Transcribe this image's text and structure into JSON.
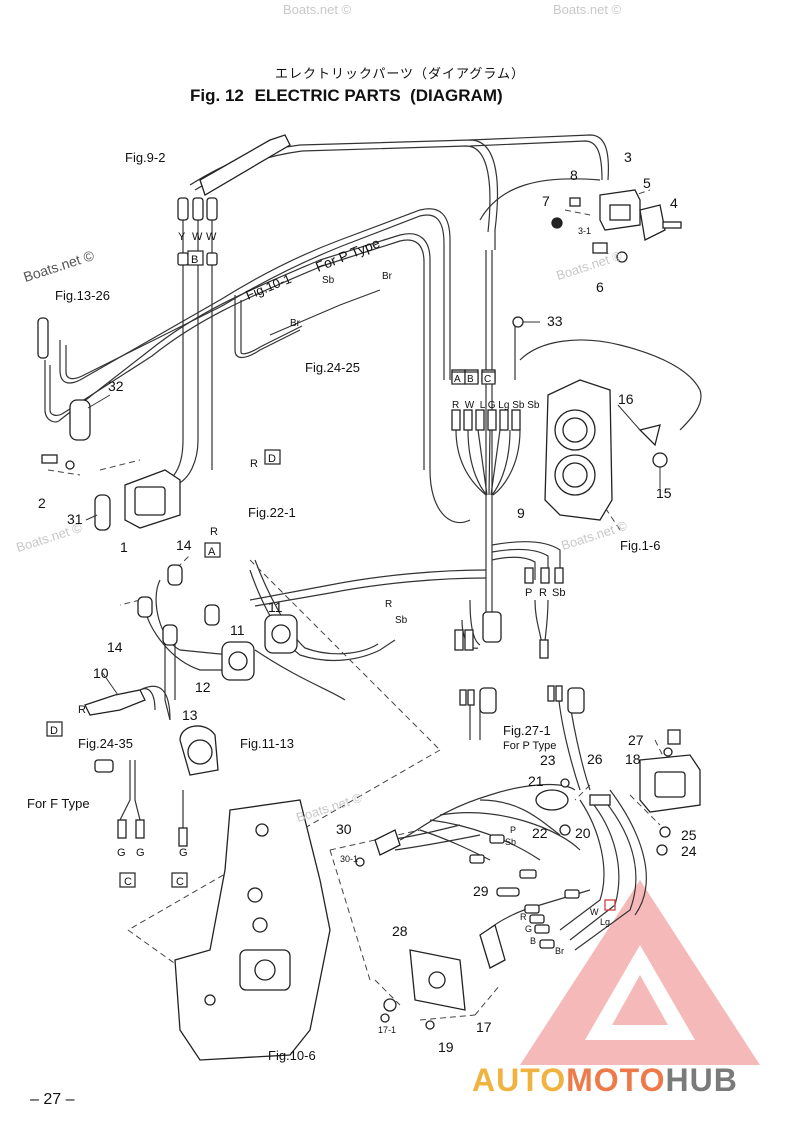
{
  "header": {
    "title_jp": "エレクトリックパーツ（ダイアグラム）",
    "fig_label": "Fig. 12",
    "title_en": "ELECTRIC PARTS  (DIAGRAM)"
  },
  "page_number": "– 27 –",
  "watermarks": [
    "Boats.net ©",
    "Boats.net ©",
    "Boats.net ©",
    "Boats.net ©",
    "Boats.net ©",
    "Boats.net ©",
    "Boats.net ©"
  ],
  "brand": {
    "part1": "AUTO",
    "part2": "MOTO",
    "part3": "HUB"
  },
  "labels": {
    "fig9_2": "Fig.9-2",
    "fig13_26": "Fig.13-26",
    "fig10_1": "Fig.10-1",
    "for_p_type": "For P Type",
    "fig24_25": "Fig.24-25",
    "fig22_1": "Fig.22-1",
    "fig1_6": "Fig.1-6",
    "fig24_35": "Fig.24-35",
    "fig11_13": "Fig.11-13",
    "for_f_type": "For F Type",
    "fig27_1": "Fig.27-1",
    "for_p_type2": "For P Type",
    "fig10_6": "Fig.10-6"
  },
  "wire_codes": {
    "y": "Y",
    "w1": "W",
    "w2": "W",
    "b_box": "B",
    "sb1": "Sb",
    "br1": "Br",
    "br2": "Br",
    "r_d": "R",
    "d_box": "D",
    "r_a": "R",
    "a_box": "A",
    "abc_a": "A",
    "abc_b": "B",
    "abc_c": "C",
    "bundle": "R  W  L G Lg Sb Sb",
    "r_mid": "R",
    "sb_mid": "Sb",
    "p": "P",
    "r": "R",
    "sb": "Sb",
    "r_left": "R",
    "d_left": "D",
    "g1": "G",
    "g2": "G",
    "c1": "C",
    "g3": "G",
    "c2": "C",
    "p_low": "P",
    "sb_low": "Sb",
    "w_low": "W",
    "lg_low": "Lg",
    "r_low": "R",
    "g_low": "G",
    "b_low": "B",
    "br_low": "Br",
    "sub3_1": "3-1",
    "sub30_1": "30-1",
    "sub17_1": "17-1"
  },
  "part_numbers": {
    "p1": "1",
    "p2": "2",
    "p3": "3",
    "p4": "4",
    "p5": "5",
    "p6": "6",
    "p7": "7",
    "p8": "8",
    "p9": "9",
    "p10": "10",
    "p11a": "11",
    "p11b": "11",
    "p12": "12",
    "p13": "13",
    "p14a": "14",
    "p14b": "14",
    "p15": "15",
    "p16": "16",
    "p17": "17",
    "p18": "18",
    "p19": "19",
    "p20": "20",
    "p21": "21",
    "p22": "22",
    "p23": "23",
    "p24": "24",
    "p25": "25",
    "p26": "26",
    "p27": "27",
    "p28": "28",
    "p29": "29",
    "p30": "30",
    "p31": "31",
    "p32": "32",
    "p33": "33"
  }
}
